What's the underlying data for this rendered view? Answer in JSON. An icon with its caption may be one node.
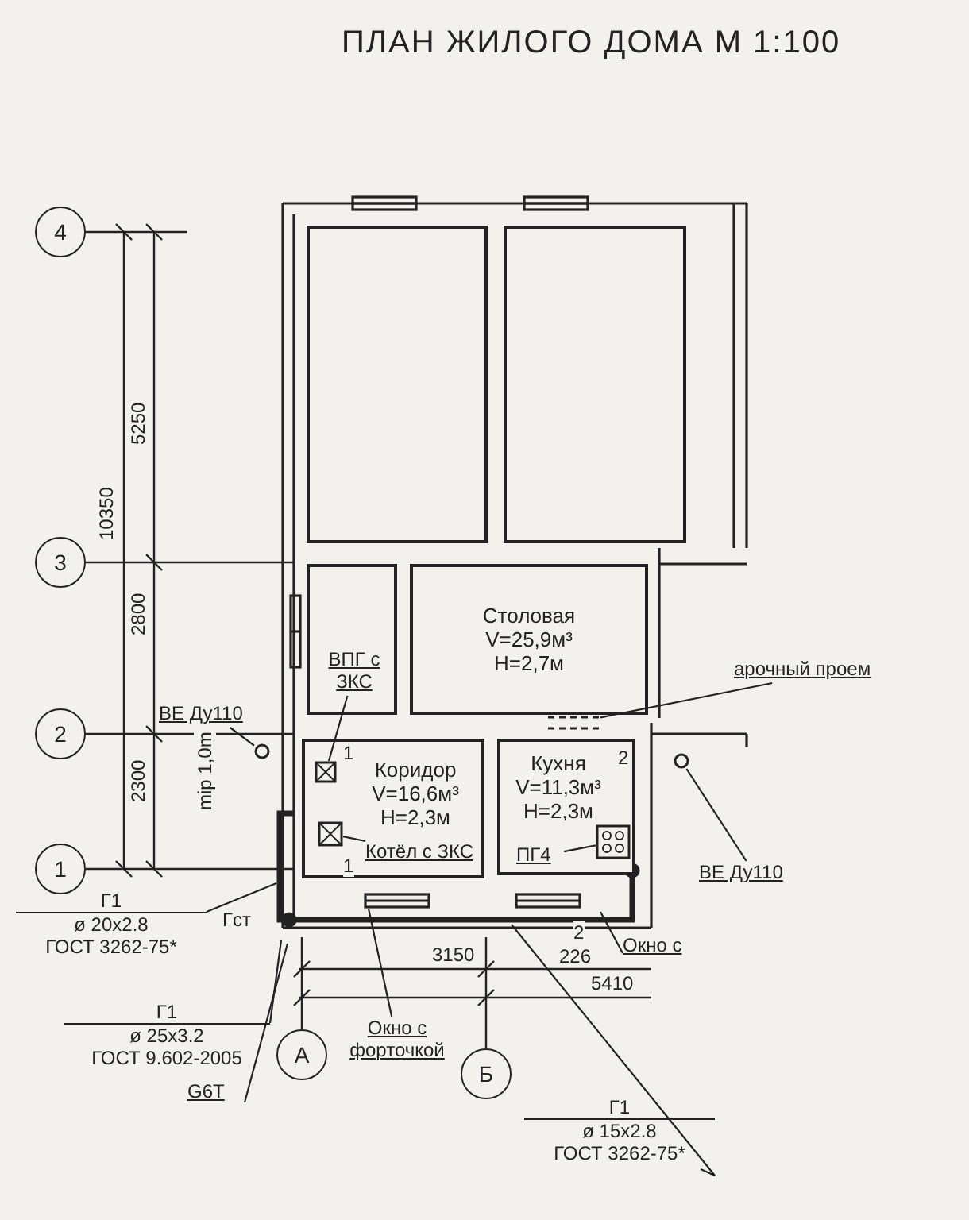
{
  "diagram": {
    "title": "ПЛАН ЖИЛОГО ДОМА М 1:100",
    "nodes": [
      {
        "text": [],
        "shape": "box"
      },
      {
        "text": [],
        "shape": "box"
      },
      {
        "text": [],
        "shape": "box"
      },
      {
        "text": [
          "Столовая",
          "V=25,9м³",
          "H=2,7м"
        ]
      },
      {
        "text": [
          "Коридор",
          "V=16,6м³",
          "H=2,3м"
        ]
      },
      {
        "text": [
          "Кухня",
          "V=11,3м³",
          "H=2,3м"
        ]
      },
      {
        "text": [
          "4"
        ]
      },
      {
        "text": [
          "3"
        ]
      },
      {
        "text": [
          "2"
        ]
      },
      {
        "text": [
          "1"
        ]
      },
      {
        "text": [
          "А"
        ]
      },
      {
        "text": [
          "Б"
        ]
      },
      {
        "text": [
          "ВПГ с ЗКС"
        ],
        "in": 2
      },
      {
        "text": [],
        "shape": "box",
        "in": 4
      },
      {
        "text": [
          "ВЕ Ду110"
        ]
      },
      {
        "text": [],
        "shape": "circle"
      },
      {
        "text": [
          "арочный проем"
        ]
      },
      {
        "text": [],
        "shape": "bar"
      },
      {
        "text": [
          "ВЕ Ду110"
        ]
      },
      {
        "text": [],
        "shape": "circle"
      },
      {
        "text": [
          "Котёл с ЗКС"
        ],
        "in": 4
      },
      {
        "text": [],
        "shape": "box",
        "in": 4
      },
      {
        "text": [
          "ПГ4"
        ],
        "in": 5
      },
      {
        "text": [],
        "shape": "box",
        "in": 5
      },
      {
        "text": [
          "Г1",
          "ø 20x2.8",
          "ГОСТ 3262-75*"
        ]
      },
      {
        "text": [
          "Г1",
          "ø 25x3.2",
          "ГОСТ 9.602-2005"
        ]
      },
      {
        "text": [
          "G6T"
        ]
      },
      {
        "text": [
          "Окно с форточкой"
        ]
      },
      {
        "text": [
          "Окно с"
        ]
      },
      {
        "text": [
          "Г1",
          "ø 15x2.8",
          "ГОСТ 3262-75*"
        ]
      }
    ],
    "edges": [
      {
        "from": 12,
        "to": 13,
        "arrow": "none"
      },
      {
        "from": 14,
        "to": 15,
        "arrow": "none"
      },
      {
        "from": 16,
        "to": 17,
        "arrow": "none"
      },
      {
        "from": 18,
        "to": 19,
        "arrow": "none"
      },
      {
        "from": 20,
        "to": 21,
        "arrow": "none"
      },
      {
        "from": 22,
        "to": 23,
        "arrow": "none"
      },
      {
        "from": 24,
        "to": null,
        "arrow": "none"
      },
      {
        "from": 25,
        "to": null,
        "arrow": "none"
      },
      {
        "from": 26,
        "to": null,
        "arrow": "none"
      },
      {
        "from": 27,
        "to": null,
        "arrow": "none"
      },
      {
        "from": 28,
        "to": null,
        "arrow": "none"
      },
      {
        "from": 29,
        "to": null,
        "arrow": "none"
      }
    ],
    "labels": [
      "10350",
      "5250",
      "2800",
      "2300",
      "mip 1,0m",
      "1",
      "1",
      "2",
      "2",
      "Гст",
      "3150",
      "5410",
      "226"
    ]
  }
}
